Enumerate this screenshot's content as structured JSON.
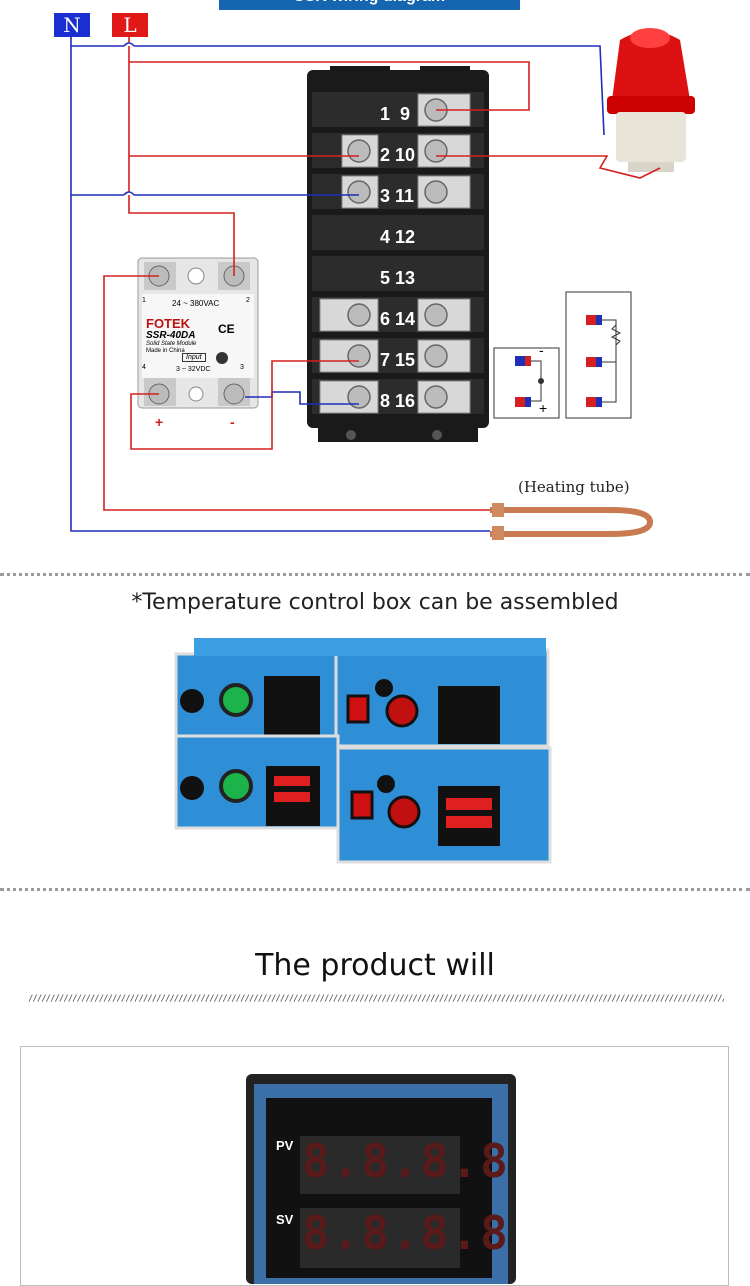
{
  "header": {
    "title": "SSR wiring diagram"
  },
  "labels": {
    "n": "N",
    "l": "L"
  },
  "terminals": [
    {
      "a": "1",
      "b": "9"
    },
    {
      "a": "2",
      "b": "10"
    },
    {
      "a": "3",
      "b": "11"
    },
    {
      "a": "4",
      "b": "12"
    },
    {
      "a": "5",
      "b": "13"
    },
    {
      "a": "6",
      "b": "14"
    },
    {
      "a": "7",
      "b": "15"
    },
    {
      "a": "8",
      "b": "16"
    }
  ],
  "ssr": {
    "voltage": "24 ~ 380VAC",
    "brand": "FOTEK",
    "model": "SSR-40DA",
    "desc": "Solid State Module",
    "made": "Made in China",
    "input": "Input",
    "input_range": "3 ~ 32VDC",
    "ce": "CE",
    "plus": "+",
    "minus": "-",
    "n1": "1",
    "n2": "2",
    "n3": "3",
    "n4": "4"
  },
  "heating_tube": "(Heating tube)",
  "section2": {
    "title": "*Temperature control box can be assembled"
  },
  "section3": {
    "title": "The product will",
    "divider": "//////////////////////////////////////////////////////////////////////////////////////////////////////////////////////////////////////////////////////////////////////////////////////////////////////////////////////"
  },
  "controller": {
    "pv": "PV",
    "sv": "SV",
    "pv_digits": "8.8.8.8",
    "sv_digits": "8.8.8.8"
  },
  "colors": {
    "blue_wire": "#1f2fb8",
    "red_wire": "#d42020",
    "title_bg": "#1565b0",
    "n_bg": "#1a2fd0",
    "l_bg": "#e01818"
  }
}
